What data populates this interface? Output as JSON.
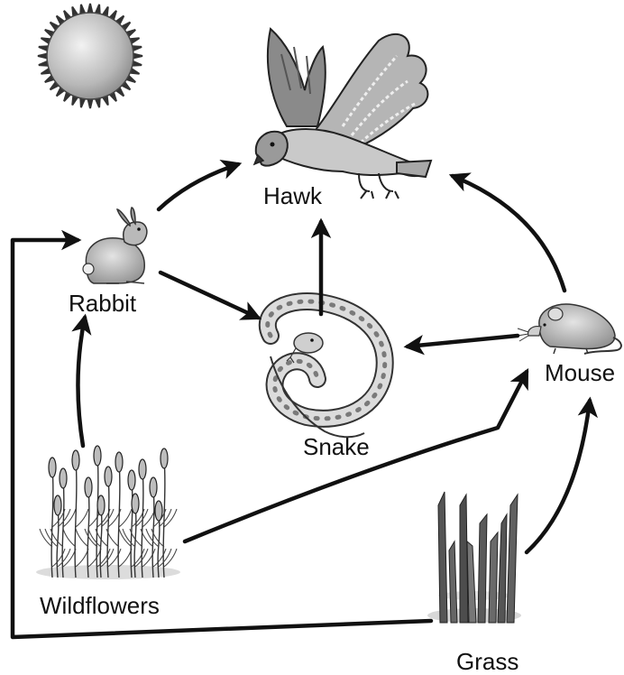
{
  "organisms": {
    "hawk": "Hawk",
    "rabbit": "Rabbit",
    "snake": "Snake",
    "mouse": "Mouse",
    "wildflowers": "Wildflowers",
    "grass": "Grass"
  },
  "icons": {
    "sun": "sun-icon",
    "hawk": "hawk-icon",
    "rabbit": "rabbit-icon",
    "snake": "snake-icon",
    "mouse": "mouse-icon",
    "wildflowers": "wildflowers-icon",
    "grass": "grass-icon"
  },
  "arrows": [
    {
      "from": "rabbit",
      "to": "hawk"
    },
    {
      "from": "rabbit",
      "to": "snake"
    },
    {
      "from": "snake",
      "to": "hawk"
    },
    {
      "from": "mouse",
      "to": "hawk"
    },
    {
      "from": "mouse",
      "to": "snake"
    },
    {
      "from": "wildflowers",
      "to": "rabbit"
    },
    {
      "from": "wildflowers",
      "to": "mouse"
    },
    {
      "from": "grass",
      "to": "mouse"
    },
    {
      "from": "grass",
      "to": "rabbit"
    }
  ]
}
